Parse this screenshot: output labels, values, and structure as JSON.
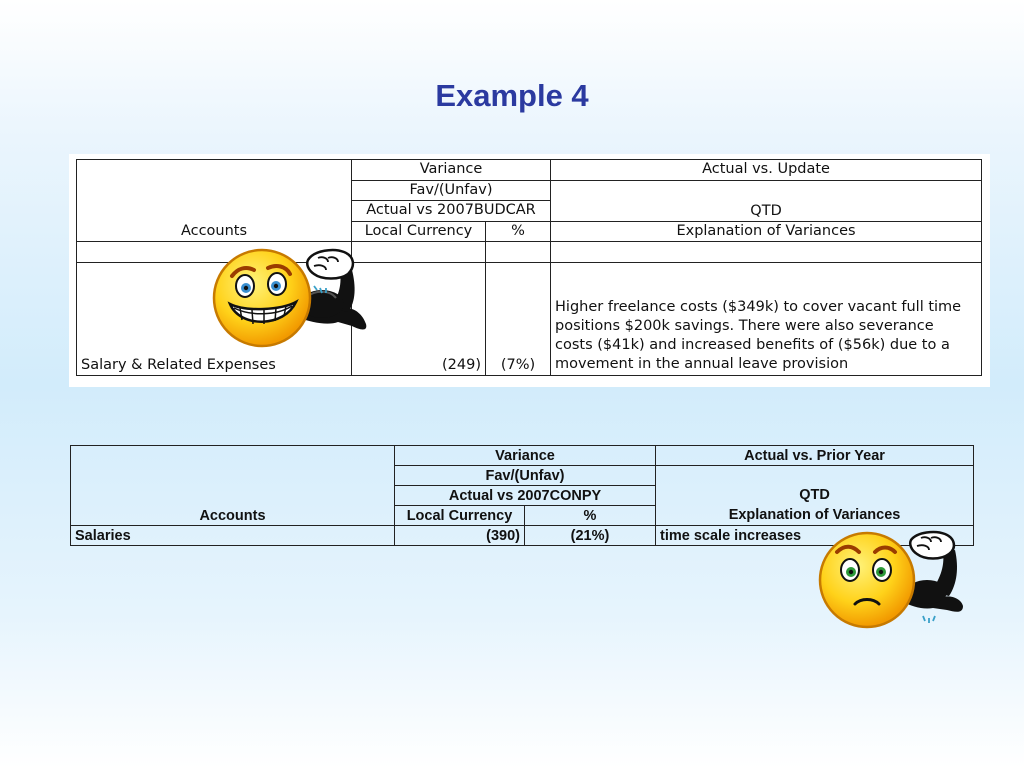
{
  "title": "Example 4",
  "table1": {
    "accounts_header": "Accounts",
    "variance_header": "Variance",
    "favunfav": "Fav/(Unfav)",
    "compare": "Actual vs 2007BUDCAR",
    "local_currency": "Local Currency",
    "pct": "%",
    "right_header": "Actual vs. Update",
    "qtd": "QTD",
    "explanation": "Explanation of Variances",
    "row": {
      "account": "Salary & Related Expenses",
      "local": "(249)",
      "percent": "(7%)",
      "explanation_lines": [
        "Higher freelance costs ($349k) to cover vacant full time",
        "positions $200k savings. There were also severance",
        "costs ($41k) and increased benefits of ($56k) due to a",
        "movement in the annual leave provision"
      ]
    }
  },
  "table2": {
    "accounts_header": "Accounts",
    "variance_header": "Variance",
    "favunfav": "Fav/(Unfav)",
    "compare": "Actual vs 2007CONPY",
    "local_currency": "Local Currency",
    "pct": "%",
    "right_header": "Actual vs. Prior Year",
    "qtd": "QTD",
    "explanation": "Explanation of Variances",
    "row": {
      "account": "Salaries",
      "local": "(390)",
      "percent": "(21%)",
      "explanation": "time scale increases"
    }
  },
  "icons": {
    "happy": "happy-flexing-smiley-icon",
    "sad": "worried-flexing-smiley-icon"
  },
  "colors": {
    "title": "#2b3aa0",
    "smiley": "#f7b800"
  }
}
